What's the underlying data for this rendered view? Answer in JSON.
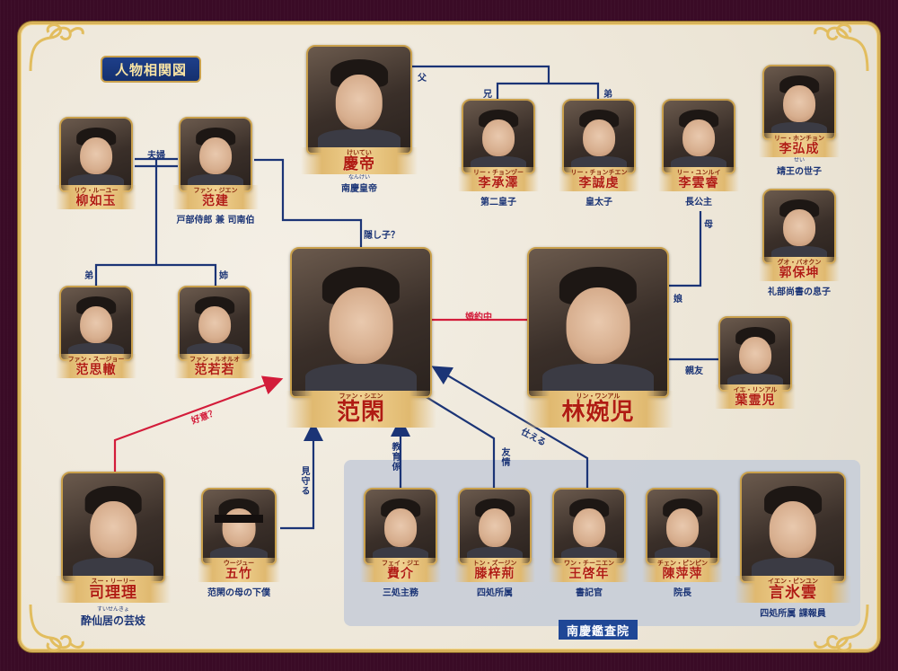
{
  "title": "人物相関図",
  "group": {
    "label": "南慶鑑査院",
    "color": "#1f4796"
  },
  "colors": {
    "frame": "#3a0b26",
    "gold": "#d8b25a",
    "line_blue": "#1b3476",
    "line_red": "#d31c3a",
    "name_red": "#b01c12"
  },
  "relations": {
    "father": "父",
    "elder_brother": "兄",
    "younger_brother": "弟",
    "couple": "夫婦",
    "younger_brother_2": "弟",
    "elder_sister": "姉",
    "hidden_child": "隠し子？",
    "engaged": "婚約中",
    "mother": "母",
    "daughter": "娘",
    "best_friend": "親友",
    "affection": "好意？",
    "watches_over": "見守る",
    "tutor": "教育係",
    "friendship": "友情",
    "serves": "仕える"
  },
  "characters": {
    "qingdi": {
      "ruby": "けいてい",
      "name": "慶帝",
      "role_ruby": "なんけい",
      "role": "南慶皇帝"
    },
    "li_chengze": {
      "ruby": "リー・チョンヅー",
      "name": "李承澤",
      "role": "第二皇子"
    },
    "li_chengqian": {
      "ruby": "リー・チョンチエン",
      "name": "李誠虔",
      "role": "皇太子"
    },
    "li_yunrui": {
      "ruby": "リー・ユンルイ",
      "name": "李雲睿",
      "role": "長公主"
    },
    "li_hongcheng": {
      "ruby": "リー・ホンチョン",
      "name": "李弘成",
      "role_ruby": "せい",
      "role": "靖王の世子"
    },
    "guo_baokun": {
      "ruby": "グオ・バオクン",
      "name": "郭保坤",
      "role": "礼部尚書の息子"
    },
    "liu_ruyu": {
      "ruby": "リウ・ルーユー",
      "name": "柳如玉",
      "role": ""
    },
    "fan_jian": {
      "ruby": "ファン・ジエン",
      "name": "范建",
      "role": "戸部侍郎 兼 司南伯"
    },
    "fan_sizhe": {
      "ruby": "ファン・スージョー",
      "name": "范思轍",
      "role": ""
    },
    "fan_ruoruo": {
      "ruby": "ファン・ルオルオ",
      "name": "范若若",
      "role": ""
    },
    "fan_xian": {
      "ruby": "ファン・シエン",
      "name": "范閑",
      "role": ""
    },
    "lin_waner": {
      "ruby": "リン・ワンアル",
      "name": "林婉児",
      "role": ""
    },
    "ye_linger": {
      "ruby": "イエ・リンアル",
      "name": "葉霊児",
      "role": ""
    },
    "si_lili": {
      "ruby": "スー・リーリー",
      "name": "司理理",
      "role_ruby": "すいせんきょ",
      "role": "酔仙居の芸妓"
    },
    "wu_zhu": {
      "ruby": "ウージュー",
      "name": "五竹",
      "role": "范閑の母の下僕"
    },
    "fei_jie": {
      "ruby": "フェイ・ジエ",
      "name": "費介",
      "role": "三処主務"
    },
    "teng_zijing": {
      "ruby": "トン・ズージン",
      "name": "滕梓荊",
      "role": "四処所属"
    },
    "wang_qinian": {
      "ruby": "ワン・チーニエン",
      "name": "王啓年",
      "role": "書記官"
    },
    "chen_pingping": {
      "ruby": "チェン・ピンピン",
      "name": "陳萍萍",
      "role": "院長"
    },
    "yan_bingyun": {
      "ruby": "イエン・ビンユン",
      "name": "言氷雲",
      "role": "四処所属 諜報員"
    }
  }
}
